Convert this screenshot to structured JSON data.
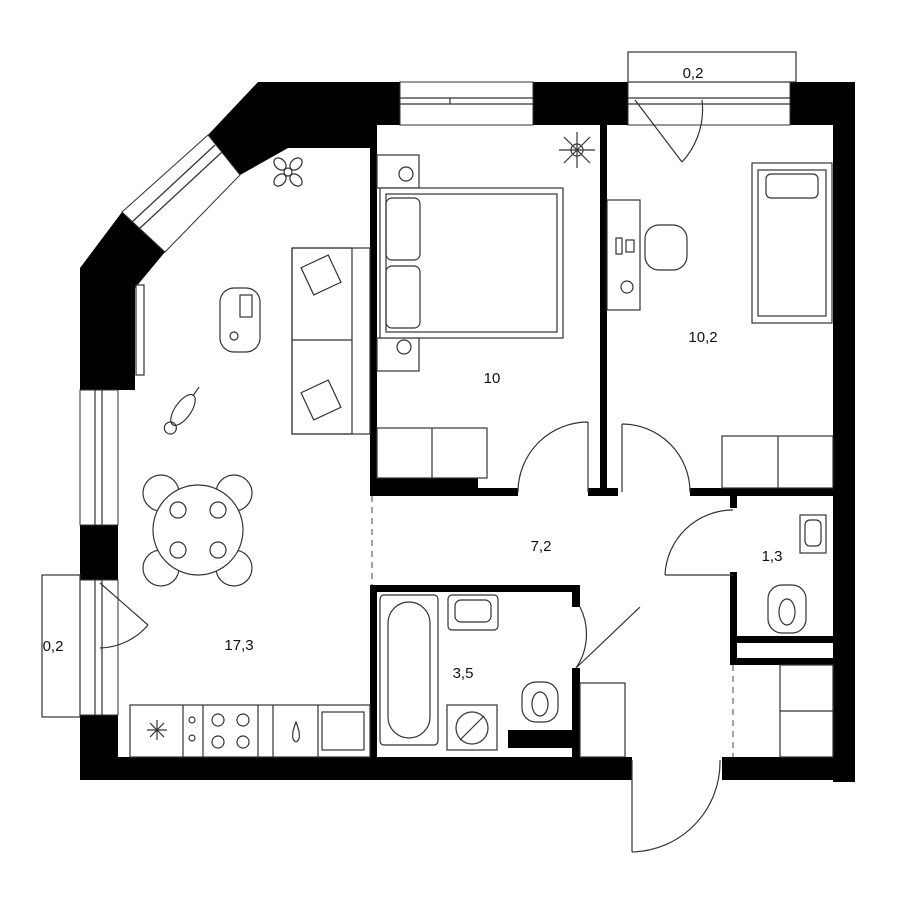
{
  "rooms": [
    {
      "id": "living-kitchen",
      "area": "17,3"
    },
    {
      "id": "bedroom",
      "area": "10"
    },
    {
      "id": "room",
      "area": "10,2"
    },
    {
      "id": "hallway",
      "area": "7,2"
    },
    {
      "id": "bathroom",
      "area": "3,5"
    },
    {
      "id": "toilet",
      "area": "1,3"
    },
    {
      "id": "balcony-top",
      "area": "0,2"
    },
    {
      "id": "balcony-left",
      "area": "0,2"
    }
  ],
  "colors": {
    "wall": "#000000",
    "line": "#333333",
    "background": "#ffffff"
  }
}
